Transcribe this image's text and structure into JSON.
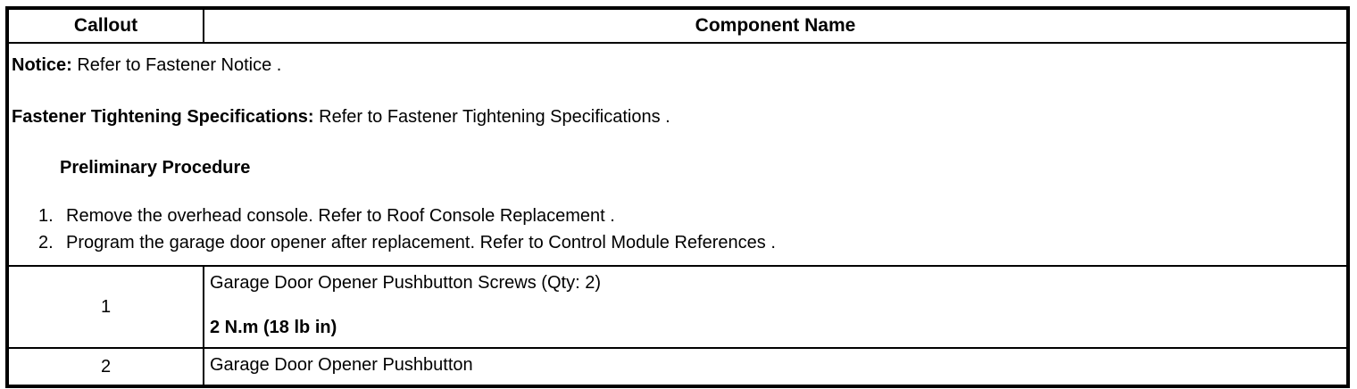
{
  "page": {
    "background_color": "#ffffff",
    "border_color": "#000000"
  },
  "table": {
    "header": [
      {
        "label": "Callout"
      },
      {
        "label": "Component Name"
      }
    ],
    "notes": {
      "notice_label": "Notice:",
      "notice_text": "Refer to Fastener Notice .",
      "fastener_label": "Fastener Tightening Specifications:",
      "fastener_text": "Refer to Fastener Tightening Specifications .",
      "preliminary_title": "Preliminary Procedure",
      "steps": [
        {
          "num": "1.",
          "text": "Remove the overhead console. Refer to Roof Console Replacement ."
        },
        {
          "num": "2.",
          "text": "Program the garage door opener after replacement. Refer to Control Module References ."
        }
      ]
    },
    "rows": [
      {
        "callout": "1",
        "component": "Garage Door Opener Pushbutton Screws (Qty: 2)",
        "torque": "2 N.m (18 lb in)"
      },
      {
        "callout": "2",
        "component": "Garage Door Opener Pushbutton"
      }
    ]
  }
}
